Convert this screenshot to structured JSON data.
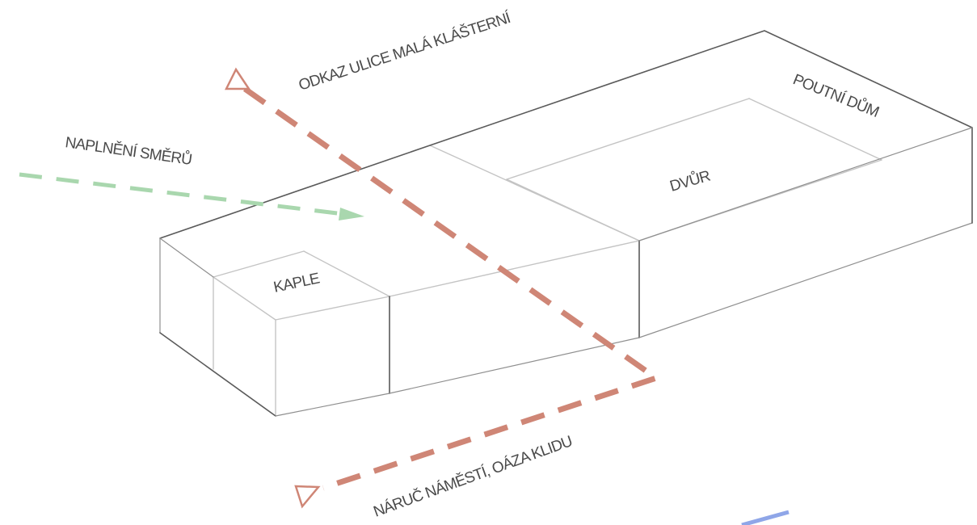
{
  "labels": {
    "chapel": "KAPLE",
    "courtyard": "DVŮR",
    "pilgrim_house": "POUTNÍ DŮM",
    "street_reference": "ODKAZ ULICE MALÁ KLÁŠTERNÍ",
    "directions": "NAPLNĚNÍ SMĚRŮ",
    "square_embrace": "NÁRUČ NÁMĚSTÍ, OÁZA KLIDU"
  },
  "colors": {
    "red_route": "#cf8676",
    "green_route": "#a9d7ae",
    "blue_route": "#8fa6e8",
    "building_edges": "#5a5a5a",
    "label_text": "#4a4a4a"
  }
}
